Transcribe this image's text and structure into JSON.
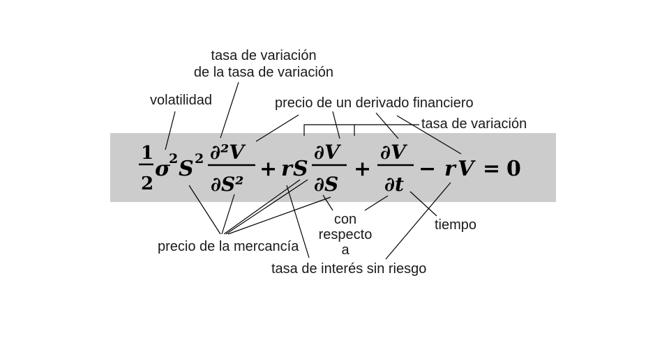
{
  "labels": {
    "tasa_variacion_segunda_l1": "tasa de variación",
    "tasa_variacion_segunda_l2": "de la tasa de variación",
    "volatilidad": "volatilidad",
    "precio_derivado": "precio de un derivado financiero",
    "tasa_variacion": "tasa de variación",
    "con": "con",
    "respecto": "respecto",
    "a": "a",
    "tiempo": "tiempo",
    "precio_mercancia": "precio de la mercancía",
    "tasa_interes": "tasa de interés sin riesgo"
  },
  "equation": {
    "one": "1",
    "two": "2",
    "sigma": "σ",
    "sup2": "2",
    "S": "S",
    "d2V": "∂²V",
    "dS2": "∂S²",
    "plus1": "+",
    "r1": "r",
    "S2": "S",
    "dV1": "∂V",
    "dS": "∂S",
    "plus2": "+",
    "dV2": "∂V",
    "dt": "∂t",
    "minus": "−",
    "r2": "r",
    "V": "V",
    "eq": "=",
    "zero": "0"
  },
  "colors": {
    "band": "#cccccc",
    "text": "#1a1a1a",
    "line": "#000000"
  }
}
